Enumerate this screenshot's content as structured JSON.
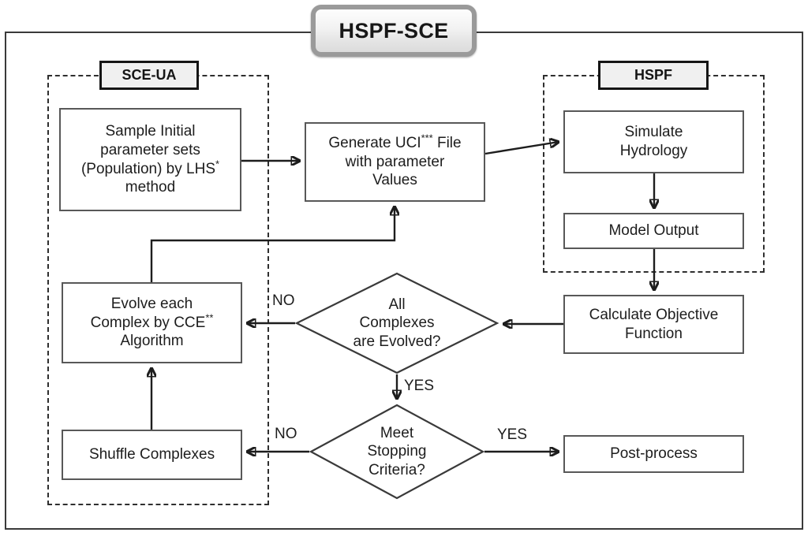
{
  "title": {
    "text": "HSPF-SCE"
  },
  "groups": [
    {
      "key": "sce",
      "label": "SCE-UA"
    },
    {
      "key": "hspf",
      "label": "HSPF"
    }
  ],
  "nodes": {
    "sample": {
      "lines": [
        "Sample Initial",
        "parameter sets",
        "(Population) by LHS",
        "method"
      ],
      "superscript": "*",
      "superscript_line": 2,
      "shape": "process"
    },
    "generate": {
      "lines": [
        "Generate UCI",
        " File",
        "with parameter",
        "Values"
      ],
      "superscript": "***",
      "shape": "process"
    },
    "simulate": {
      "lines": [
        "Simulate",
        "Hydrology"
      ],
      "shape": "process"
    },
    "output": {
      "lines": [
        "Model Output"
      ],
      "shape": "process"
    },
    "evolve": {
      "lines": [
        "Evolve each",
        "Complex by CCE",
        "Algorithm"
      ],
      "superscript": "**",
      "shape": "process"
    },
    "calcobj": {
      "lines": [
        "Calculate Objective",
        "Function"
      ],
      "shape": "process"
    },
    "shuffle": {
      "lines": [
        "Shuffle Complexes"
      ],
      "shape": "process"
    },
    "post": {
      "lines": [
        "Post-process"
      ],
      "shape": "process"
    },
    "evolved": {
      "lines": [
        "All",
        "Complexes",
        "are Evolved?"
      ],
      "shape": "decision"
    },
    "stopping": {
      "lines": [
        "Meet",
        "Stopping",
        "Criteria?"
      ],
      "shape": "decision"
    }
  },
  "edge_labels": {
    "no_evolved": "NO",
    "yes_evolved": "YES",
    "no_stopping": "NO",
    "yes_stopping": "YES"
  },
  "colors": {
    "frame": "#3a3a3a",
    "dashed_group": "#2f2f2f",
    "node_border": "#585858",
    "connector": "#1d1d1d",
    "text": "#1d1d1d",
    "label_chip_bg": "#f0f0f0",
    "title_border": "#9a9a9a"
  }
}
